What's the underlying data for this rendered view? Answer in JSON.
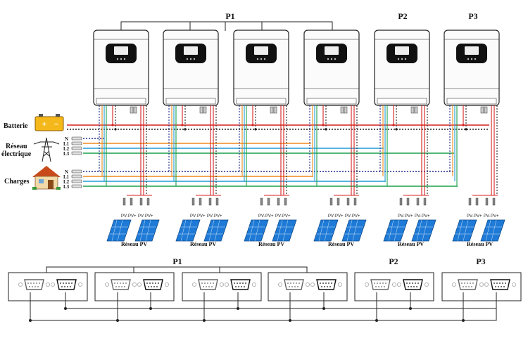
{
  "groups": {
    "top": [
      {
        "label": "P1"
      },
      {
        "label": "P2"
      },
      {
        "label": "P3"
      }
    ],
    "bottom": [
      {
        "label": "P1"
      },
      {
        "label": "P2"
      },
      {
        "label": "P3"
      }
    ]
  },
  "inverter_count": 6,
  "legend": {
    "battery": "Batterie",
    "grid_line1": "Réseau",
    "grid_line2": "électrique",
    "loads": "Charges"
  },
  "terminals": {
    "neutral": "N",
    "l1": "L1",
    "l2": "L2",
    "l3": "L3",
    "pv_minus": "PV-",
    "pv_plus": "PV+"
  },
  "pv_label": "Réseau PV",
  "wire_colors": {
    "l1": "#f08a1c",
    "l2": "#1e9bd6",
    "l3": "#1aa14a",
    "neutral": "#1e2a8a",
    "dc_pos": "#d62020",
    "dc_neg": "#222222"
  }
}
